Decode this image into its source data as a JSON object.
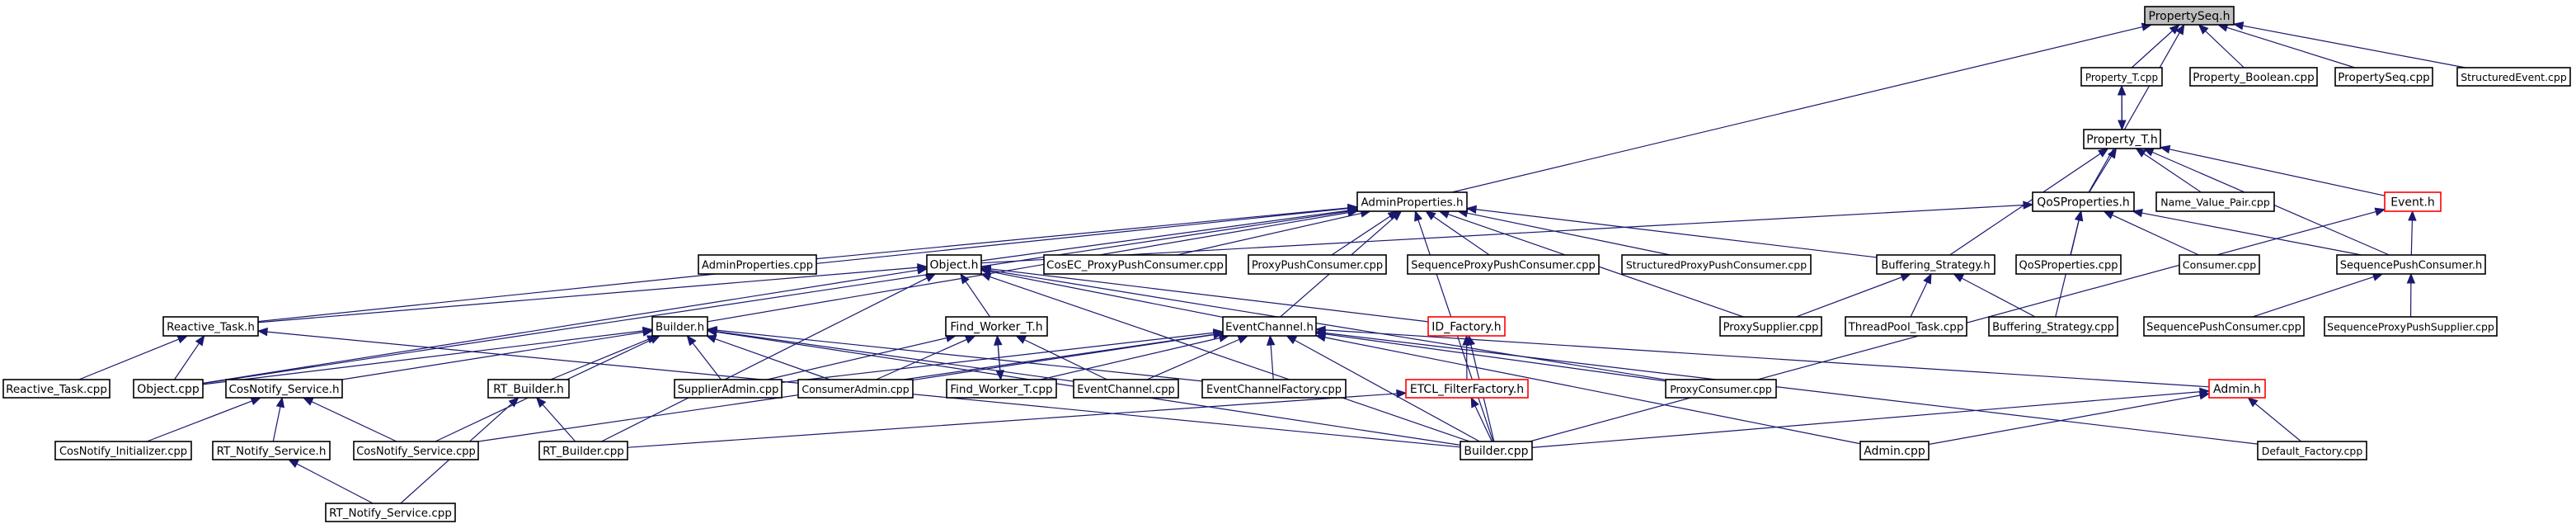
{
  "diagram": {
    "colors": {
      "edge": "#191970",
      "node_border": "#000000",
      "truncated_border": "#ff0000",
      "root_fill": "#bfbfbf",
      "node_fill": "#ffffff"
    },
    "nodes": [
      {
        "id": "PropertySeq_h",
        "label": "PropertySeq.h",
        "root": true
      },
      {
        "id": "Property_T_cpp",
        "label": "Property_T.cpp"
      },
      {
        "id": "Property_Boolean_cpp",
        "label": "Property_Boolean.cpp"
      },
      {
        "id": "PropertySeq_cpp",
        "label": "PropertySeq.cpp"
      },
      {
        "id": "StructuredEvent_cpp",
        "label": "StructuredEvent.cpp"
      },
      {
        "id": "Property_T_h",
        "label": "Property_T.h"
      },
      {
        "id": "AdminProperties_h",
        "label": "AdminProperties.h"
      },
      {
        "id": "QoSProperties_h",
        "label": "QoSProperties.h"
      },
      {
        "id": "Name_Value_Pair_cpp",
        "label": "Name_Value_Pair.cpp"
      },
      {
        "id": "Event_h",
        "label": "Event.h",
        "truncated": true
      },
      {
        "id": "AdminProperties_cpp",
        "label": "AdminProperties.cpp"
      },
      {
        "id": "Object_h",
        "label": "Object.h"
      },
      {
        "id": "CosEC_ProxyPushConsumer_cpp",
        "label": "CosEC_ProxyPushConsumer.cpp"
      },
      {
        "id": "ProxyPushConsumer_cpp",
        "label": "ProxyPushConsumer.cpp"
      },
      {
        "id": "SequenceProxyPushConsumer_cpp",
        "label": "SequenceProxyPushConsumer.cpp"
      },
      {
        "id": "StructuredProxyPushConsumer_cpp",
        "label": "StructuredProxyPushConsumer.cpp"
      },
      {
        "id": "Buffering_Strategy_h",
        "label": "Buffering_Strategy.h"
      },
      {
        "id": "QoSProperties_cpp",
        "label": "QoSProperties.cpp"
      },
      {
        "id": "Consumer_cpp",
        "label": "Consumer.cpp"
      },
      {
        "id": "SequencePushConsumer_h",
        "label": "SequencePushConsumer.h"
      },
      {
        "id": "Reactive_Task_h",
        "label": "Reactive_Task.h"
      },
      {
        "id": "Builder_h",
        "label": "Builder.h"
      },
      {
        "id": "Find_Worker_T_h",
        "label": "Find_Worker_T.h"
      },
      {
        "id": "EventChannel_h",
        "label": "EventChannel.h"
      },
      {
        "id": "ID_Factory_h",
        "label": "ID_Factory.h",
        "truncated": true
      },
      {
        "id": "ProxySupplier_cpp",
        "label": "ProxySupplier.cpp"
      },
      {
        "id": "ThreadPool_Task_cpp",
        "label": "ThreadPool_Task.cpp"
      },
      {
        "id": "Buffering_Strategy_cpp",
        "label": "Buffering_Strategy.cpp"
      },
      {
        "id": "SequencePushConsumer_cpp",
        "label": "SequencePushConsumer.cpp"
      },
      {
        "id": "SequenceProxyPushSupplier_cpp",
        "label": "SequenceProxyPushSupplier.cpp"
      },
      {
        "id": "Reactive_Task_cpp",
        "label": "Reactive_Task.cpp"
      },
      {
        "id": "Object_cpp",
        "label": "Object.cpp"
      },
      {
        "id": "CosNotify_Service_h",
        "label": "CosNotify_Service.h"
      },
      {
        "id": "SupplierAdmin_cpp",
        "label": "SupplierAdmin.cpp"
      },
      {
        "id": "ConsumerAdmin_cpp",
        "label": "ConsumerAdmin.cpp"
      },
      {
        "id": "Find_Worker_T_cpp",
        "label": "Find_Worker_T.cpp"
      },
      {
        "id": "EventChannel_cpp",
        "label": "EventChannel.cpp"
      },
      {
        "id": "EventChannelFactory_cpp",
        "label": "EventChannelFactory.cpp"
      },
      {
        "id": "ProxyConsumer_cpp",
        "label": "ProxyConsumer.cpp"
      },
      {
        "id": "ETCL_FilterFactory_h",
        "label": "ETCL_FilterFactory.h",
        "truncated": true
      },
      {
        "id": "Admin_h",
        "label": "Admin.h",
        "truncated": true
      },
      {
        "id": "RT_Builder_h",
        "label": "RT_Builder.h"
      },
      {
        "id": "CosNotify_Initializer_cpp",
        "label": "CosNotify_Initializer.cpp"
      },
      {
        "id": "RT_Notify_Service_h",
        "label": "RT_Notify_Service.h"
      },
      {
        "id": "CosNotify_Service_cpp",
        "label": "CosNotify_Service.cpp"
      },
      {
        "id": "RT_Builder_cpp",
        "label": "RT_Builder.cpp"
      },
      {
        "id": "Builder_cpp",
        "label": "Builder.cpp"
      },
      {
        "id": "Admin_cpp",
        "label": "Admin.cpp"
      },
      {
        "id": "Default_Factory_cpp",
        "label": "Default_Factory.cpp"
      },
      {
        "id": "RT_Notify_Service_cpp",
        "label": "RT_Notify_Service.cpp"
      }
    ],
    "edges": [
      [
        "PropertySeq_h",
        "Property_T_cpp"
      ],
      [
        "PropertySeq_h",
        "Property_Boolean_cpp"
      ],
      [
        "PropertySeq_h",
        "PropertySeq_cpp"
      ],
      [
        "PropertySeq_h",
        "StructuredEvent_cpp"
      ],
      [
        "PropertySeq_h",
        "AdminProperties_h"
      ],
      [
        "PropertySeq_h",
        "QoSProperties_h"
      ],
      [
        "Property_T_cpp",
        "Property_T_h"
      ],
      [
        "Property_T_h",
        "Property_T_cpp"
      ],
      [
        "Property_T_h",
        "QoSProperties_h"
      ],
      [
        "Property_T_h",
        "Name_Value_Pair_cpp"
      ],
      [
        "Property_T_h",
        "Event_h"
      ],
      [
        "Property_T_h",
        "Buffering_Strategy_h"
      ],
      [
        "Property_T_h",
        "SequencePushConsumer_h"
      ],
      [
        "AdminProperties_h",
        "AdminProperties_cpp"
      ],
      [
        "AdminProperties_h",
        "Object_h"
      ],
      [
        "AdminProperties_h",
        "CosEC_ProxyPushConsumer_cpp"
      ],
      [
        "AdminProperties_h",
        "ProxyPushConsumer_cpp"
      ],
      [
        "AdminProperties_h",
        "SequenceProxyPushConsumer_cpp"
      ],
      [
        "AdminProperties_h",
        "StructuredProxyPushConsumer_cpp"
      ],
      [
        "AdminProperties_h",
        "Buffering_Strategy_h"
      ],
      [
        "AdminProperties_h",
        "ProxySupplier_cpp"
      ],
      [
        "AdminProperties_h",
        "Reactive_Task_h"
      ],
      [
        "AdminProperties_h",
        "Builder_h"
      ],
      [
        "AdminProperties_h",
        "EventChannel_h"
      ],
      [
        "AdminProperties_h",
        "Object_cpp"
      ],
      [
        "AdminProperties_h",
        "Builder_cpp"
      ],
      [
        "QoSProperties_h",
        "Object_h"
      ],
      [
        "QoSProperties_h",
        "QoSProperties_cpp"
      ],
      [
        "QoSProperties_h",
        "Consumer_cpp"
      ],
      [
        "QoSProperties_h",
        "SequencePushConsumer_h"
      ],
      [
        "QoSProperties_h",
        "Buffering_Strategy_cpp"
      ],
      [
        "Event_h",
        "SequencePushConsumer_h"
      ],
      [
        "Event_h",
        "Builder_cpp"
      ],
      [
        "Object_h",
        "Reactive_Task_h"
      ],
      [
        "Object_h",
        "Find_Worker_T_h"
      ],
      [
        "Object_h",
        "EventChannel_h"
      ],
      [
        "Object_h",
        "ID_Factory_h"
      ],
      [
        "Object_h",
        "ProxyConsumer_cpp"
      ],
      [
        "Object_h",
        "Builder_cpp"
      ],
      [
        "Object_h",
        "Object_cpp"
      ],
      [
        "Object_h",
        "RT_Builder_cpp"
      ],
      [
        "Buffering_Strategy_h",
        "ProxySupplier_cpp"
      ],
      [
        "Buffering_Strategy_h",
        "ThreadPool_Task_cpp"
      ],
      [
        "Buffering_Strategy_h",
        "Buffering_Strategy_cpp"
      ],
      [
        "SequencePushConsumer_h",
        "SequencePushConsumer_cpp"
      ],
      [
        "SequencePushConsumer_h",
        "SequenceProxyPushSupplier_cpp"
      ],
      [
        "Reactive_Task_h",
        "Reactive_Task_cpp"
      ],
      [
        "Reactive_Task_h",
        "Object_cpp"
      ],
      [
        "Reactive_Task_h",
        "Builder_cpp"
      ],
      [
        "Builder_h",
        "CosNotify_Service_h"
      ],
      [
        "Builder_h",
        "RT_Builder_h"
      ],
      [
        "Builder_h",
        "Builder_cpp"
      ],
      [
        "Builder_h",
        "SupplierAdmin_cpp"
      ],
      [
        "Builder_h",
        "ConsumerAdmin_cpp"
      ],
      [
        "Builder_h",
        "EventChannel_cpp"
      ],
      [
        "Builder_h",
        "EventChannelFactory_cpp"
      ],
      [
        "Builder_h",
        "Object_cpp"
      ],
      [
        "Builder_h",
        "CosNotify_Service_cpp"
      ],
      [
        "Find_Worker_T_h",
        "Find_Worker_T_cpp"
      ],
      [
        "Find_Worker_T_cpp",
        "Find_Worker_T_h"
      ],
      [
        "Find_Worker_T_h",
        "SupplierAdmin_cpp"
      ],
      [
        "Find_Worker_T_h",
        "ConsumerAdmin_cpp"
      ],
      [
        "Find_Worker_T_h",
        "EventChannel_cpp"
      ],
      [
        "EventChannel_h",
        "Builder_cpp"
      ],
      [
        "EventChannel_h",
        "ConsumerAdmin_cpp"
      ],
      [
        "EventChannel_h",
        "SupplierAdmin_cpp"
      ],
      [
        "EventChannel_h",
        "EventChannel_cpp"
      ],
      [
        "EventChannel_h",
        "EventChannelFactory_cpp"
      ],
      [
        "EventChannel_h",
        "ProxyConsumer_cpp"
      ],
      [
        "EventChannel_h",
        "Admin_h"
      ],
      [
        "EventChannel_h",
        "Admin_cpp"
      ],
      [
        "EventChannel_h",
        "Default_Factory_cpp"
      ],
      [
        "EventChannel_h",
        "CosNotify_Service_cpp"
      ],
      [
        "EventChannel_h",
        "Find_Worker_T_cpp"
      ],
      [
        "ID_Factory_h",
        "ETCL_FilterFactory_h"
      ],
      [
        "ID_Factory_h",
        "Builder_cpp"
      ],
      [
        "ETCL_FilterFactory_h",
        "Builder_cpp"
      ],
      [
        "ETCL_FilterFactory_h",
        "RT_Builder_cpp"
      ],
      [
        "Admin_h",
        "Admin_cpp"
      ],
      [
        "Admin_h",
        "Default_Factory_cpp"
      ],
      [
        "Admin_h",
        "Builder_cpp"
      ],
      [
        "CosNotify_Service_h",
        "CosNotify_Initializer_cpp"
      ],
      [
        "CosNotify_Service_h",
        "RT_Notify_Service_h"
      ],
      [
        "CosNotify_Service_h",
        "CosNotify_Service_cpp"
      ],
      [
        "RT_Builder_h",
        "RT_Builder_cpp"
      ],
      [
        "RT_Builder_h",
        "RT_Notify_Service_cpp"
      ],
      [
        "RT_Notify_Service_h",
        "RT_Notify_Service_cpp"
      ]
    ]
  }
}
